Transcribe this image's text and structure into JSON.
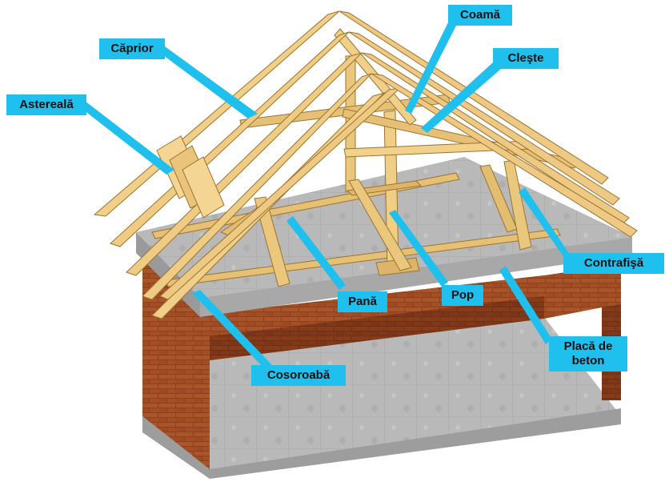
{
  "diagram": {
    "subject": "roof-structure-isometric",
    "colors": {
      "callout": "#1fc0ee",
      "timber": "#e8c77a",
      "timber_dark": "#b88f3d",
      "brick": "#9a4a22",
      "concrete": "#bcbcbc"
    },
    "labels": {
      "caprior": "Căprior",
      "coama": "Coamă",
      "cleste": "Cleşte",
      "astereala": "Astereală",
      "contrafisa": "Contrafişă",
      "pana": "Pană",
      "pop": "Pop",
      "placa_de_beton": "Placă de beton",
      "cosoroaba": "Cosoroabă"
    }
  }
}
